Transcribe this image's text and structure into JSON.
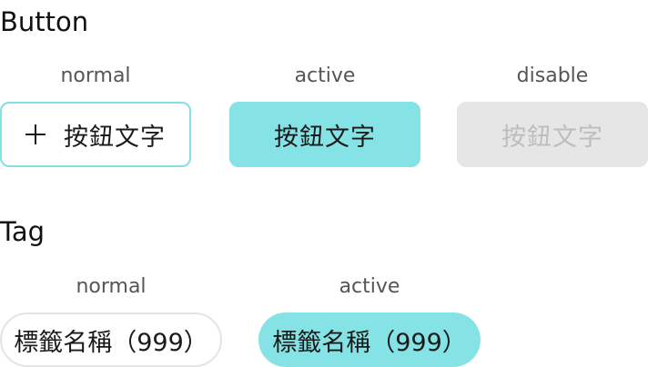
{
  "button_section": {
    "title": "Button",
    "states": {
      "normal": "normal",
      "active": "active",
      "disable": "disable"
    },
    "normal_button": {
      "icon": "plus-icon",
      "label": "按鈕文字"
    },
    "active_button": {
      "label": "按鈕文字"
    },
    "disabled_button": {
      "label": "按鈕文字"
    }
  },
  "tag_section": {
    "title": "Tag",
    "states": {
      "normal": "normal",
      "active": "active"
    },
    "normal_tag": {
      "label": "標籤名稱（999）"
    },
    "active_tag": {
      "label": "標籤名稱（999）"
    }
  },
  "colors": {
    "accent": "#86e3e5",
    "normal_border": "#86dfe3",
    "disabled_bg": "#e6e6e6",
    "disabled_text": "#bdbdbd",
    "tag_border": "#e4e4e4"
  }
}
